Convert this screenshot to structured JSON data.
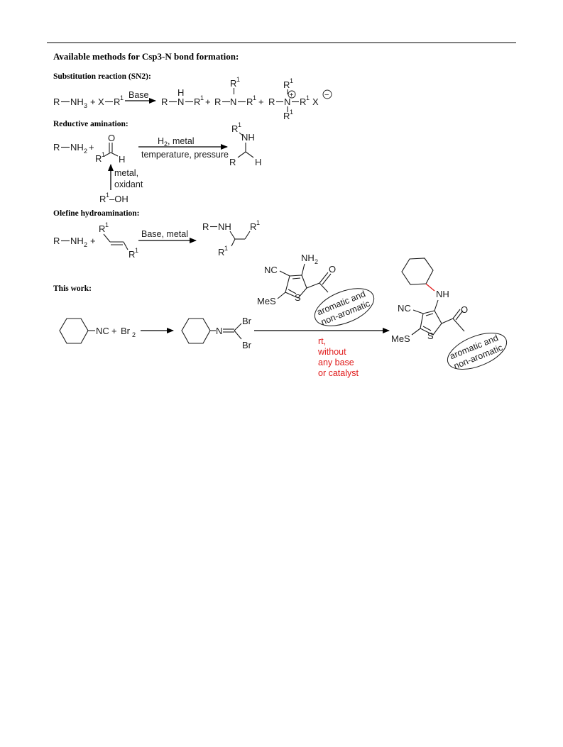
{
  "headings": {
    "main": "Available methods for Csp3-N bond formation:",
    "sn2": "Substitution reaction (SN2):",
    "reductive": "Reductive amination:",
    "olefine": "Olefine hydroamination:",
    "this_work": "This work:"
  },
  "sn2": {
    "reagent_R": "R",
    "reagent_NH3": "NH",
    "reagent_NH3_sub": "3",
    "plus1": "+",
    "reagent_X": "X",
    "reagent_R1": "R",
    "sup1": "1",
    "condition": "Base",
    "p1_R": "R",
    "p1_H": "H",
    "p1_N": "N",
    "p1_R1": "R",
    "plus2": "+",
    "p2_R": "R",
    "p2_N": "N",
    "p2_R1": "R",
    "plus3": "+",
    "p3_R": "R",
    "p3_N": "N",
    "p3_plus": "+",
    "p3_R1": "R",
    "p3_X": "X",
    "p3_minus": "−"
  },
  "reductive": {
    "amine": "R",
    "amine_NH2": "NH",
    "amine_sub": "2",
    "plus": "+",
    "aldehyde_O": "O",
    "aldehyde_R1": "R",
    "aldehyde_H": "H",
    "condition_top_H": "H",
    "condition_top_sub": "2",
    "condition_top_rest": ", metal",
    "condition_bottom": "temperature, pressure",
    "ox_line1": "metal,",
    "ox_line2": "oxidant",
    "alcohol_R": "R",
    "alcohol_OH": "–OH",
    "prod_R1": "R",
    "prod_NH": "NH",
    "prod_R": "R",
    "prod_H": "H"
  },
  "olefine": {
    "amine": "R",
    "amine_NH2": "NH",
    "amine_sub": "2",
    "plus": "+",
    "alkene_R1_top": "R",
    "alkene_R1_bottom": "R",
    "condition": "Base, metal",
    "prod_R": "R",
    "prod_NH": "NH",
    "prod_R1_right": "R",
    "prod_R1_bottom": "R"
  },
  "this_work": {
    "reactant_NC": "NC",
    "plus": "+",
    "br2": "Br",
    "br2_sub": "2",
    "intermediate_N": "N",
    "intermediate_Br_top": "Br",
    "intermediate_Br_bottom": "Br",
    "reagent_NH2": "NH",
    "reagent_NH2_sub": "2",
    "reagent_NC": "NC",
    "reagent_MeS": "MeS",
    "reagent_S": "S",
    "reagent_O": "O",
    "ellipse_line1": "aromatic and",
    "ellipse_line2": "non-aromatic",
    "cond_line1": "rt,",
    "cond_line2": "without",
    "cond_line3": "any base",
    "cond_line4": "or catalyst",
    "prod_NH": "NH",
    "prod_NC": "NC",
    "prod_MeS": "MeS",
    "prod_S": "S",
    "prod_O": "O"
  },
  "colors": {
    "condition_red": "#e01a1a",
    "new_bond": "#e01a1a",
    "ink": "#1a1a1a"
  }
}
